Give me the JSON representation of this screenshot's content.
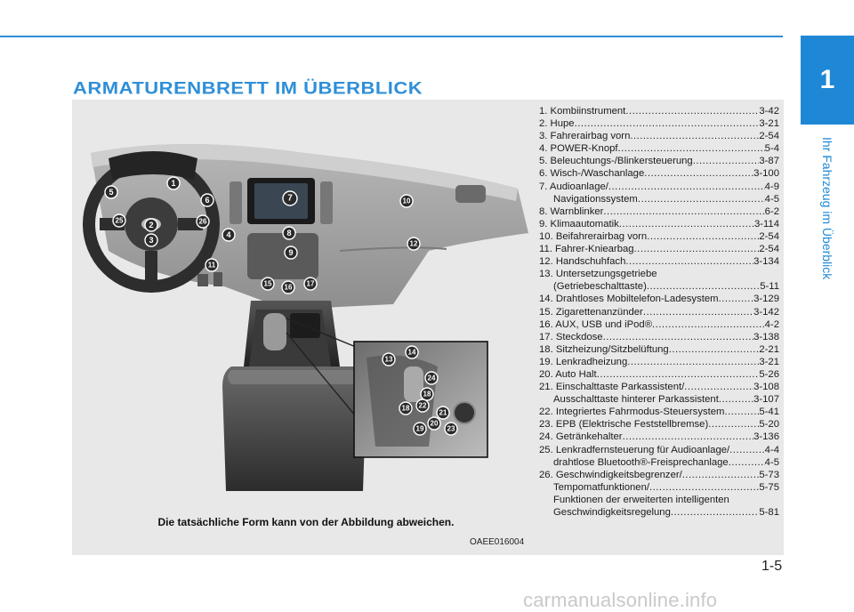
{
  "page": {
    "heading": "ARMATURENBRETT IM ÜBERBLICK",
    "chapter_number": "1",
    "chapter_title": "Ihr Fahrzeug im Überblick",
    "page_number": "1-5",
    "figure_code": "OAEE016004",
    "caption": "Die tatsächliche Form kann von der Abbildung abweichen.",
    "watermark": "carmanualsonline.info"
  },
  "colors": {
    "accent": "#2f8fd8",
    "tab": "#1e88d6",
    "panel": "#e8e8e8",
    "badge": "#2a2a2a"
  },
  "legend": [
    {
      "text": "1. Kombiinstrument",
      "page": "3-42"
    },
    {
      "text": "2. Hupe",
      "page": "3-21"
    },
    {
      "text": "3. Fahrerairbag vorn",
      "page": "2-54"
    },
    {
      "text": "4. POWER-Knopf",
      "page": "5-4"
    },
    {
      "text": "5. Beleuchtungs-/Blinkersteuerung",
      "page": "3-87"
    },
    {
      "text": "6. Wisch-/Waschanlage",
      "page": "3-100"
    },
    {
      "text": "7. Audioanlage/",
      "page": "4-9"
    },
    {
      "text": "Navigationssystem",
      "page": "4-5",
      "cont": true
    },
    {
      "text": "8. Warnblinker",
      "page": "6-2"
    },
    {
      "text": "9. Klimaautomatik",
      "page": "3-114"
    },
    {
      "text": "10. Beifahrerairbag vorn",
      "page": "2-54"
    },
    {
      "text": "11. Fahrer-Kniearbag",
      "page": "2-54"
    },
    {
      "text": "12. Handschuhfach",
      "page": "3-134"
    },
    {
      "text": "13. Untersetzungsgetriebe",
      "page": ""
    },
    {
      "text": "(Getriebeschalttaste)",
      "page": "5-11",
      "cont": true
    },
    {
      "text": "14. Drahtloses Mobiltelefon-Ladesystem",
      "page": "3-129"
    },
    {
      "text": "15. Zigarettenanzünder",
      "page": "3-142"
    },
    {
      "text": "16. AUX, USB und iPod®",
      "page": "4-2"
    },
    {
      "text": "17. Steckdose",
      "page": "3-138"
    },
    {
      "text": "18. Sitzheizung/Sitzbelüftung",
      "page": "2-21"
    },
    {
      "text": "19. Lenkradheizung",
      "page": "3-21"
    },
    {
      "text": "20. Auto Halt",
      "page": "5-26"
    },
    {
      "text": "21. Einschalttaste Parkassistent/",
      "page": "3-108"
    },
    {
      "text": "Ausschalttaste hinterer Parkassistent",
      "page": "3-107",
      "cont": true
    },
    {
      "text": "22. Integriertes Fahrmodus-Steuersystem",
      "page": "5-41"
    },
    {
      "text": "23. EPB (Elektrische Feststellbremse)",
      "page": "5-20"
    },
    {
      "text": "24. Getränkehalter",
      "page": "3-136"
    },
    {
      "text": "25. Lenkradfernsteuerung für Audioanlage/",
      "page": "4-4"
    },
    {
      "text": "drahtlose Bluetooth®-Freisprechanlage",
      "page": "4-5",
      "cont": true
    },
    {
      "text": "26. Geschwindigkeitsbegrenzer/",
      "page": "5-73"
    },
    {
      "text": "Tempomatfunktionen/",
      "page": "5-75",
      "cont": true
    },
    {
      "text": "Funktionen der erweiterten intelligenten",
      "page": "",
      "cont": true
    },
    {
      "text": "Geschwindigkeitsregelung",
      "page": "5-81",
      "cont": true
    }
  ],
  "callouts": [
    "1",
    "2",
    "3",
    "4",
    "5",
    "6",
    "7",
    "8",
    "9",
    "10",
    "11",
    "12",
    "13",
    "14",
    "15",
    "16",
    "17",
    "18",
    "18",
    "19",
    "20",
    "21",
    "22",
    "23",
    "24",
    "25",
    "26"
  ]
}
